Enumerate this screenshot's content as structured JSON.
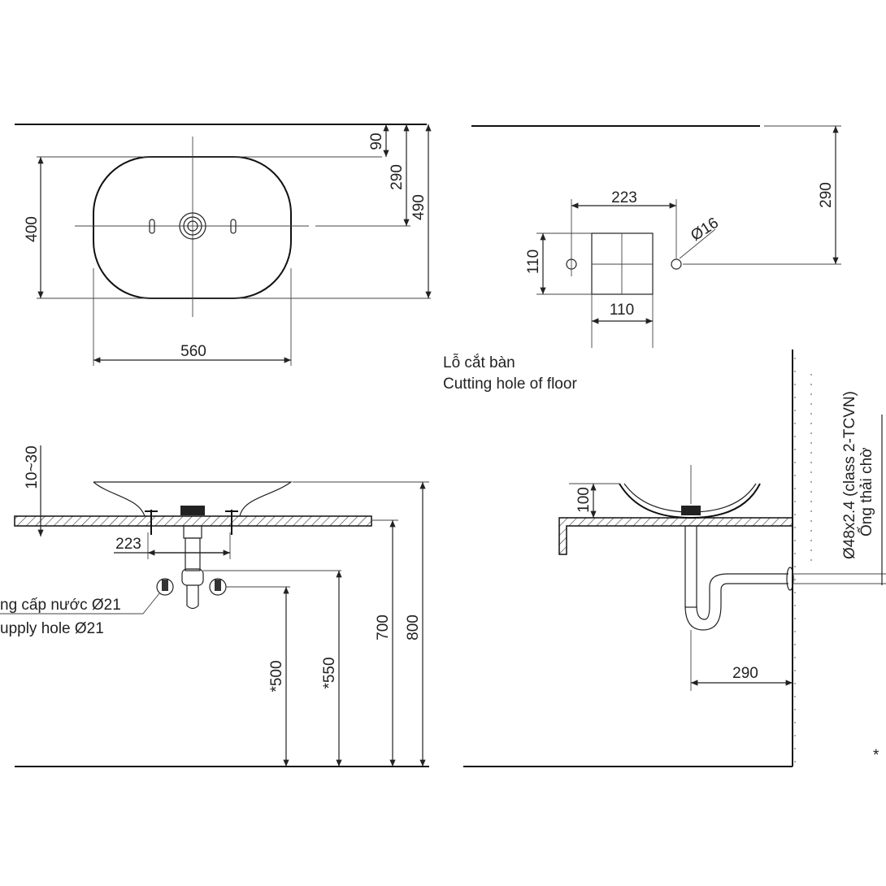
{
  "plan_view": {
    "dims": {
      "height": "400",
      "width": "560",
      "top_offset": "90",
      "center_offset": "290",
      "total_depth": "490"
    }
  },
  "cutting_hole": {
    "dims": {
      "hole_spacing": "223",
      "hole_diameter": "Ø16",
      "square_height": "110",
      "square_width": "110",
      "wall_offset": "290"
    },
    "label_vi": "Lỗ cắt bàn",
    "label_en": "Cutting hole of floor"
  },
  "front_view": {
    "dims": {
      "counter_gap": "10~30",
      "faucet_spacing": "223",
      "supply_height": "*500",
      "drain_height": "*550",
      "counter_height": "700",
      "basin_top_height": "800"
    },
    "supply_label_vi": "ng cấp nước Ø21",
    "supply_label_en": "upply hole Ø21"
  },
  "side_view": {
    "dims": {
      "basin_height": "100",
      "trap_offset": "290"
    },
    "pipe_spec": "Ø48x2.4 (class 2-TCVN)",
    "pipe_label_vi": "Ống thải chờ",
    "note_mark": "*"
  }
}
